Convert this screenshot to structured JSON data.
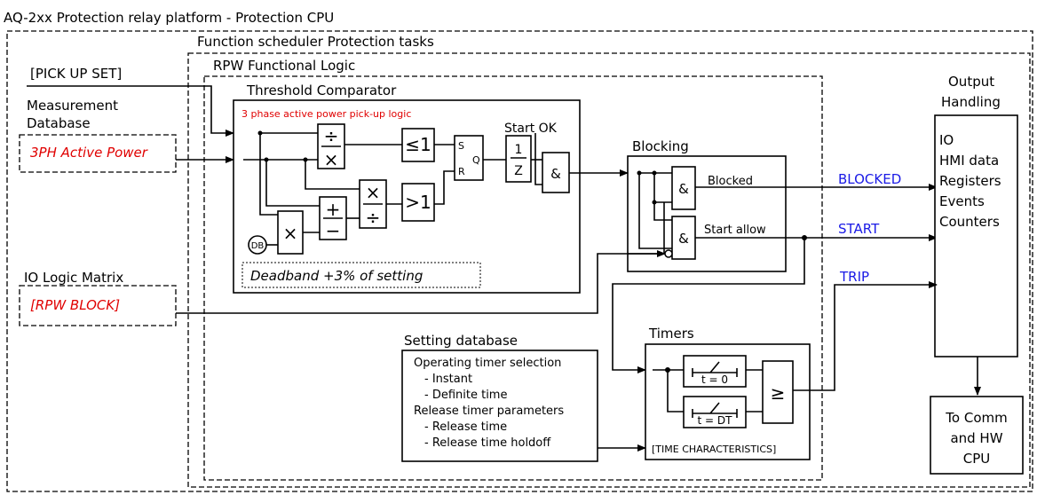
{
  "title": "AQ-2xx Protection relay platform - Protection CPU",
  "scheduler_label": "Function scheduler Protection tasks",
  "rpw_label": "RPW Functional Logic",
  "pickup_set": "[PICK UP SET]",
  "measurement_db": {
    "line1": "Measurement",
    "line2": "Database",
    "signal": "3PH Active Power"
  },
  "io_matrix": {
    "label": "IO Logic Matrix",
    "signal": "[RPW BLOCK]"
  },
  "threshold": {
    "title": "Threshold Comparator",
    "subtitle": "3 phase active power pick-up logic",
    "divide": "÷",
    "multiply": "×",
    "le1": "≤1",
    "gt1": ">1",
    "plus": "+",
    "minus": "−",
    "db": "DB",
    "sr_s": "S",
    "sr_r": "R",
    "sr_q": "Q",
    "one": "1",
    "z": "Z",
    "and": "&",
    "start_ok": "Start OK",
    "deadband": "Deadband  +3% of setting"
  },
  "blocking": {
    "title": "Blocking",
    "and": "&",
    "blocked": "Blocked",
    "start_allow": "Start allow"
  },
  "output_signals": {
    "blocked": "BLOCKED",
    "start": "START",
    "trip": "TRIP"
  },
  "output_handling": {
    "title1": "Output",
    "title2": "Handling",
    "items": [
      "IO",
      "HMI data",
      "Registers",
      "Events",
      "Counters"
    ]
  },
  "setting_db": {
    "title": "Setting database",
    "lines": [
      "Operating timer selection",
      "- Instant",
      "- Definite time",
      "Release timer parameters",
      "- Release time",
      "- Release time holdoff"
    ]
  },
  "timers": {
    "title": "Timers",
    "t0": "t = 0",
    "tdt": "t = DT",
    "ge": "≥",
    "characteristics": "[TIME CHARACTERISTICS]"
  },
  "comm": {
    "line1": "To Comm",
    "line2": "and HW",
    "line3": "CPU"
  }
}
